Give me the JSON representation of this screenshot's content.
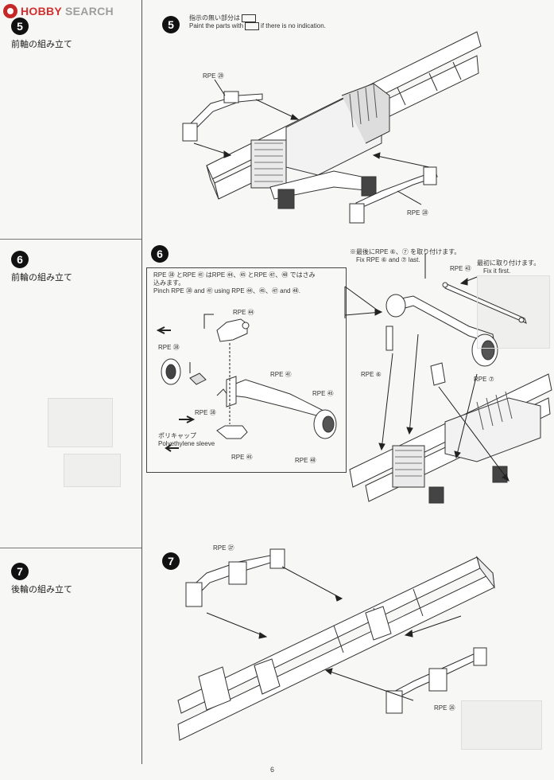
{
  "watermark": {
    "hobby": "HOBBY",
    "search": "SEARCH"
  },
  "steps": [
    {
      "number": "5",
      "title": "前軸の組み立て"
    },
    {
      "number": "6",
      "title": "前輪の組み立て"
    },
    {
      "number": "7",
      "title": "後輪の組み立て"
    }
  ],
  "section5": {
    "number": "5",
    "note_jp": "指示の無い部分は",
    "note_en": "Paint the parts with",
    "note_en_tail": "if there is no indication.",
    "parts": [
      "RPE ㉙",
      "RPE ㉘"
    ]
  },
  "section6": {
    "number": "6",
    "note1_jp": "※最後にRPE ⑥、⑦ を取り付けます。",
    "note1_en": "Fix RPE ⑥ and ⑦ last.",
    "note2_jp": "最初に取り付けます。",
    "note2_en": "Fix it first.",
    "parts": [
      "RPE ⑥",
      "RPE ⑦",
      "RPE ㊸"
    ],
    "inset": {
      "line1": "RPE ㊳ とRPE ㊶ はRPE ㊹、㊺ とRPE ㊼、㊽ ではさみ",
      "line2": "込みます。",
      "line3": "Pinch RPE ㊳ and ㊶ using RPE ㊹、㊺、㊼ and ㊽.",
      "parts": [
        "RPE ㊹",
        "RPE ㊳",
        "RPE ㊶",
        "RPE ㊳",
        "RPE ㊺",
        "RPE ㊽"
      ],
      "cap_jp": "ポリキャップ",
      "cap_en": "Polyethylene sleeve"
    }
  },
  "section7": {
    "number": "7",
    "parts": [
      "RPE ㉗",
      "RPE ㉖"
    ]
  },
  "page_number": "6"
}
